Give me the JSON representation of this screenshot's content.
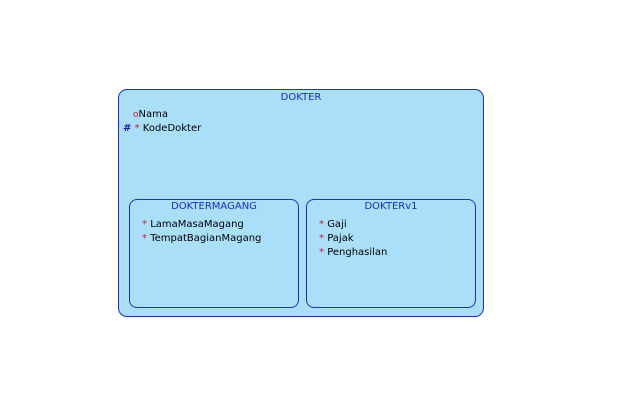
{
  "entity": {
    "title": "DOKTER",
    "attributes": [
      {
        "pk_marker": "",
        "marker": "o",
        "name": "Nama"
      },
      {
        "pk_marker": "#",
        "marker": "*",
        "name": "KodeDokter"
      }
    ]
  },
  "subtypes": [
    {
      "title": "DOKTERMAGANG",
      "attributes": [
        {
          "marker": "*",
          "name": "LamaMasaMagang"
        },
        {
          "marker": "*",
          "name": "TempatBagianMagang"
        }
      ]
    },
    {
      "title": "DOKTERv1",
      "attributes": [
        {
          "marker": "*",
          "name": "Gaji"
        },
        {
          "marker": "*",
          "name": "Pajak"
        },
        {
          "marker": "*",
          "name": "Penghasilan"
        }
      ]
    }
  ],
  "colors": {
    "box_fill": "#a9dff9",
    "box_border": "#1e2fd0",
    "title_text": "#1a2cc8",
    "marker_red": "#d8162c",
    "pk_marker": "#1a1ab0"
  }
}
